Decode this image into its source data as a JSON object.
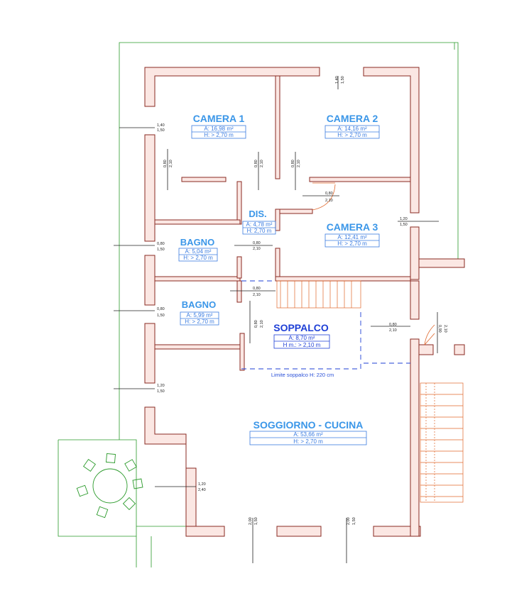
{
  "colors": {
    "wall_stroke": "#8a2a22",
    "wall_fill": "#fbe7e3",
    "room_label": "#3a96e8",
    "mezzanine_label": "#1e3fd6",
    "terrace_green": "#2a9a2a",
    "door_orange": "#e0662a"
  },
  "rooms": [
    {
      "id": "camera-1",
      "name": "CAMERA 1",
      "area": "A: 16,98 m²",
      "height": "H: > 2,70 m"
    },
    {
      "id": "camera-2",
      "name": "CAMERA 2",
      "area": "A: 14,16 m²",
      "height": "H: > 2,70 m"
    },
    {
      "id": "dis",
      "name": "DIS.",
      "area": "A: 4,78 m²",
      "height": "H: 2,70 m"
    },
    {
      "id": "camera-3",
      "name": "CAMERA 3",
      "area": "A: 12,41 m²",
      "height": "H: > 2,70 m"
    },
    {
      "id": "bagno-1",
      "name": "BAGNO",
      "area": "A: 5,04 m²",
      "height": "H: > 2,70 m"
    },
    {
      "id": "bagno-2",
      "name": "BAGNO",
      "area": "A: 5,99 m²",
      "height": "H: > 2,70 m"
    },
    {
      "id": "soppalco",
      "name": "SOPPALCO",
      "area": "A: 8,70 m²",
      "height": "H m.: > 2,10 m"
    },
    {
      "id": "soggiorno",
      "name": "SOGGIORNO - CUCINA",
      "area": "A: 53,66 m²",
      "height": "H: > 2,70 m"
    }
  ],
  "openings": [
    {
      "id": "win-camera2",
      "top": "1,40",
      "bottom": "1,50"
    },
    {
      "id": "win-camera1",
      "top": "1,40",
      "bottom": "1,50"
    },
    {
      "id": "door-camera1",
      "top": "0,80",
      "bottom": "2,10"
    },
    {
      "id": "door-camera1-dis",
      "top": "0,80",
      "bottom": "2,10"
    },
    {
      "id": "door-camera2-dis",
      "top": "0,80",
      "bottom": "2,10"
    },
    {
      "id": "door-camera3",
      "top": "0,80",
      "bottom": "2,10"
    },
    {
      "id": "win-camera3",
      "top": "1,20",
      "bottom": "1,50"
    },
    {
      "id": "win-bagno1",
      "top": "0,80",
      "bottom": "1,50"
    },
    {
      "id": "door-bagno1",
      "top": "0,80",
      "bottom": "2,10"
    },
    {
      "id": "door-bagno2",
      "top": "0,80",
      "bottom": "2,10"
    },
    {
      "id": "win-bagno2",
      "top": "0,80",
      "bottom": "1,50"
    },
    {
      "id": "door-bagno2-side",
      "top": "0,80",
      "bottom": "2,10"
    },
    {
      "id": "door-entrance",
      "top": "0,80",
      "bottom": "2,10"
    },
    {
      "id": "door-right",
      "top": "0,90",
      "bottom": "2,10"
    },
    {
      "id": "win-soggiorno-left",
      "top": "1,20",
      "bottom": "1,50"
    },
    {
      "id": "door-terrace",
      "top": "1,20",
      "bottom": "2,40"
    },
    {
      "id": "win-bottom-left",
      "top": "2,00",
      "bottom": "1,50"
    },
    {
      "id": "win-bottom-right",
      "top": "2,00",
      "bottom": "1,50"
    }
  ],
  "notes": {
    "mezzanine_limit": "Limite soppalco H: 220 cm"
  }
}
